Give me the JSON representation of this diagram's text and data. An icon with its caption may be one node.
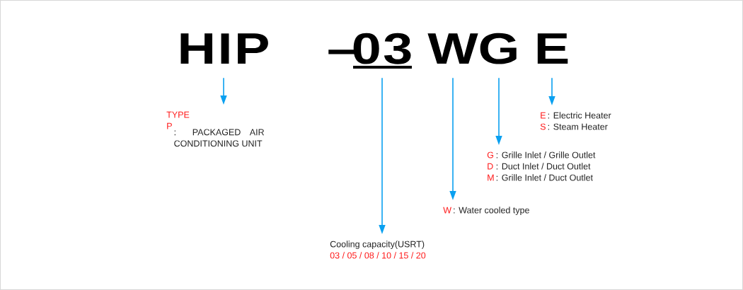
{
  "diagram": {
    "nodes": [
      {
        "text": [
          "HIP"
        ]
      },
      {
        "text": [
          "03"
        ]
      },
      {
        "text": [
          "W"
        ]
      },
      {
        "text": [
          "G"
        ]
      },
      {
        "text": [
          "E"
        ]
      },
      {
        "text": [
          "TYPE",
          "P",
          ": PACKAGED AIR CONDITIONING UNIT"
        ]
      },
      {
        "text": [
          "Cooling capacity(USRT)",
          "03 / 05 / 08 / 10 / 15 / 20"
        ]
      },
      {
        "text": [
          "W",
          ": Water cooled type"
        ]
      },
      {
        "text": [
          "G",
          ": Grille Inlet / Grille Outlet",
          "D",
          ": Duct Inlet / Duct Outlet",
          "M",
          ": Grille Inlet / Duct Outlet"
        ]
      },
      {
        "text": [
          "E",
          ": Electric Heater",
          "S",
          ": Steam Heater"
        ]
      }
    ],
    "edges": [
      {
        "from": 0,
        "to": 5,
        "arrow": "to"
      },
      {
        "from": 1,
        "to": 6,
        "arrow": "to"
      },
      {
        "from": 2,
        "to": 7,
        "arrow": "to"
      },
      {
        "from": 3,
        "to": 8,
        "arrow": "to"
      },
      {
        "from": 4,
        "to": 9,
        "arrow": "to"
      }
    ],
    "labels": [
      "–"
    ]
  }
}
